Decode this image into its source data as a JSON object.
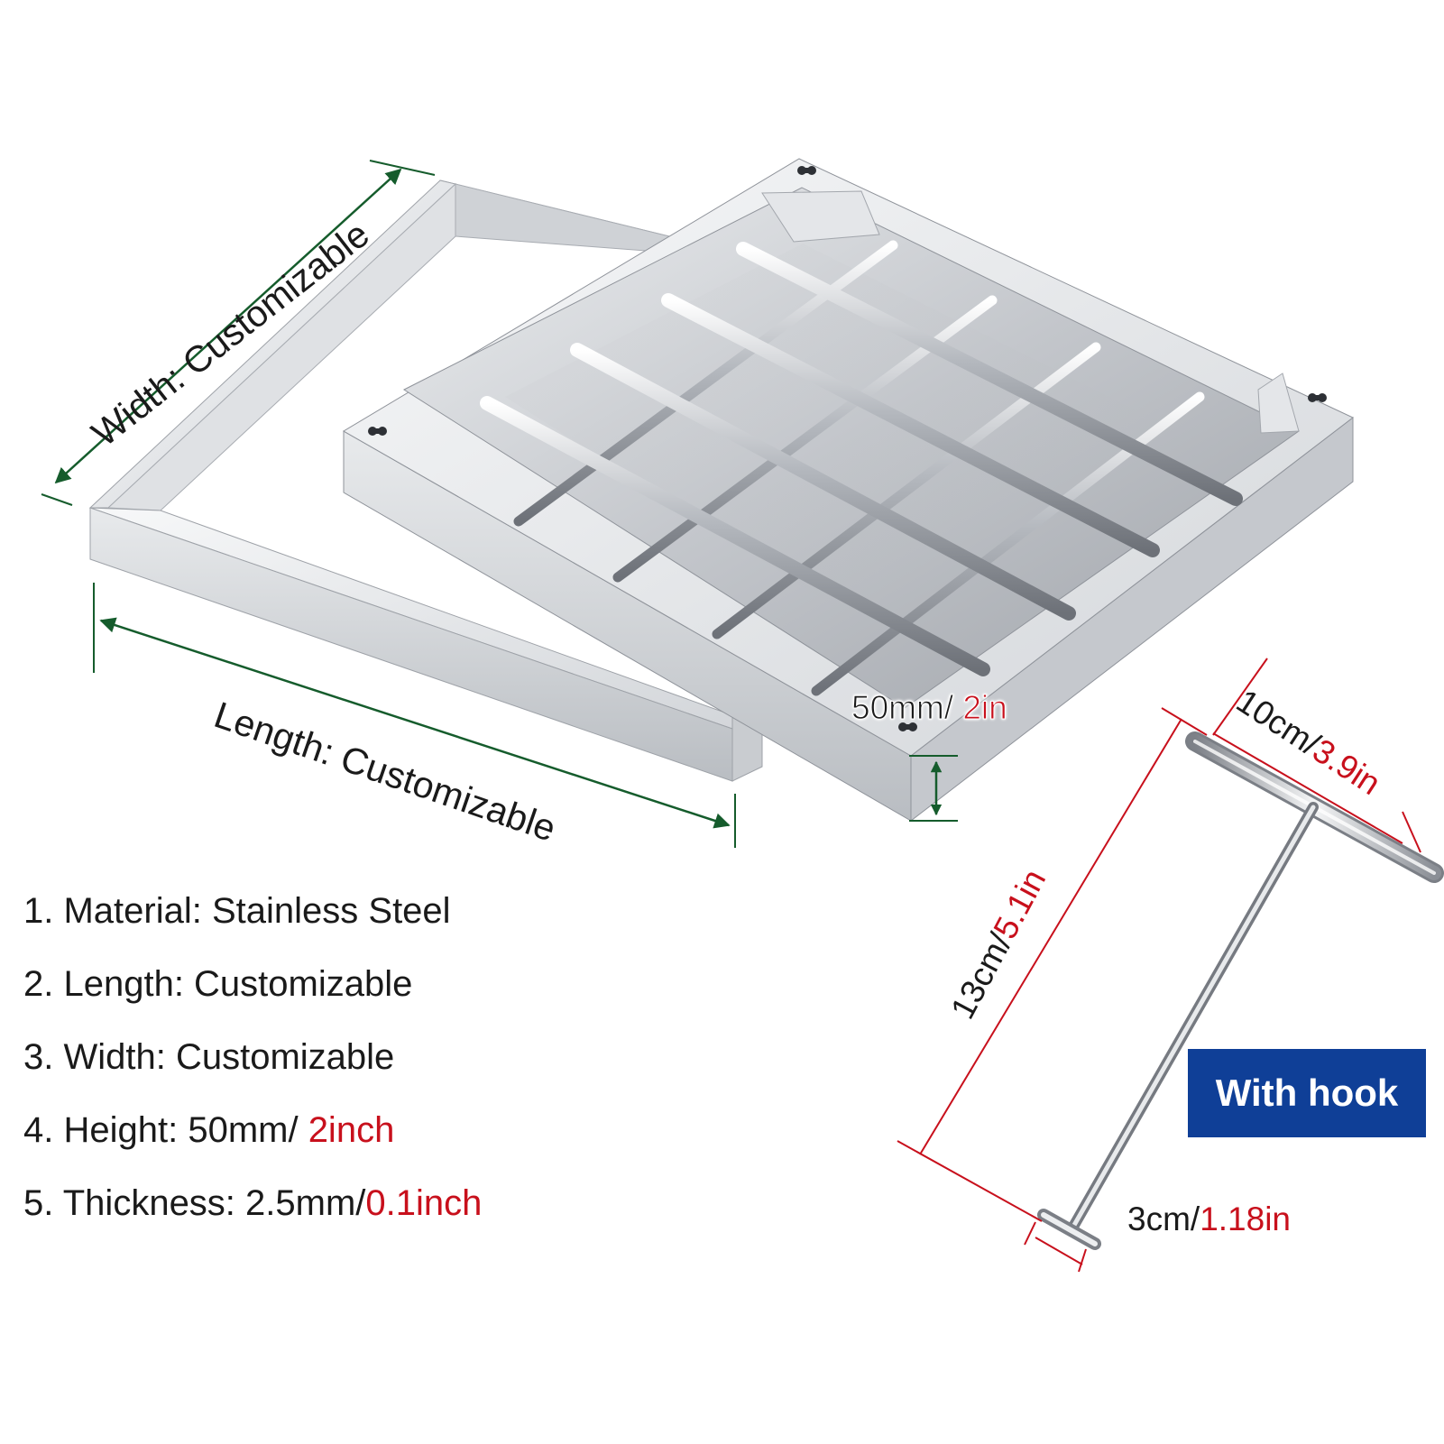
{
  "dimensions": {
    "width_label": "Width: Customizable",
    "length_label": "Length: Customizable",
    "height_value": "50mm/ ",
    "height_value_alt": "2in",
    "hook_width_value": "10cm/",
    "hook_width_value_alt": "3.9in",
    "hook_length_value": "13cm/",
    "hook_length_value_alt": "5.1in",
    "hook_foot_value": "3cm/",
    "hook_foot_value_alt": "1.18in"
  },
  "specs": [
    {
      "text": "1. Material: Stainless Steel",
      "highlight": ""
    },
    {
      "text": "2. Length: Customizable",
      "highlight": ""
    },
    {
      "text": "3. Width: Customizable",
      "highlight": ""
    },
    {
      "text": "4. Height: 50mm/ ",
      "highlight": "2inch"
    },
    {
      "text": "5. Thickness: 2.5mm/",
      "highlight": "0.1inch"
    }
  ],
  "badge": {
    "label": "With hook"
  },
  "colors": {
    "dimension_arrow": "#155c2c",
    "hook_dimension": "#c8101c",
    "highlight_text": "#c8101c",
    "badge_background": "#0f3f97",
    "steel_light": "#f1f2f4",
    "steel_mid": "#c7cacf",
    "steel_dark": "#8c9097"
  },
  "icons": [
    "manhole-frame",
    "manhole-cover-grating",
    "t-hook-lifting-key"
  ]
}
